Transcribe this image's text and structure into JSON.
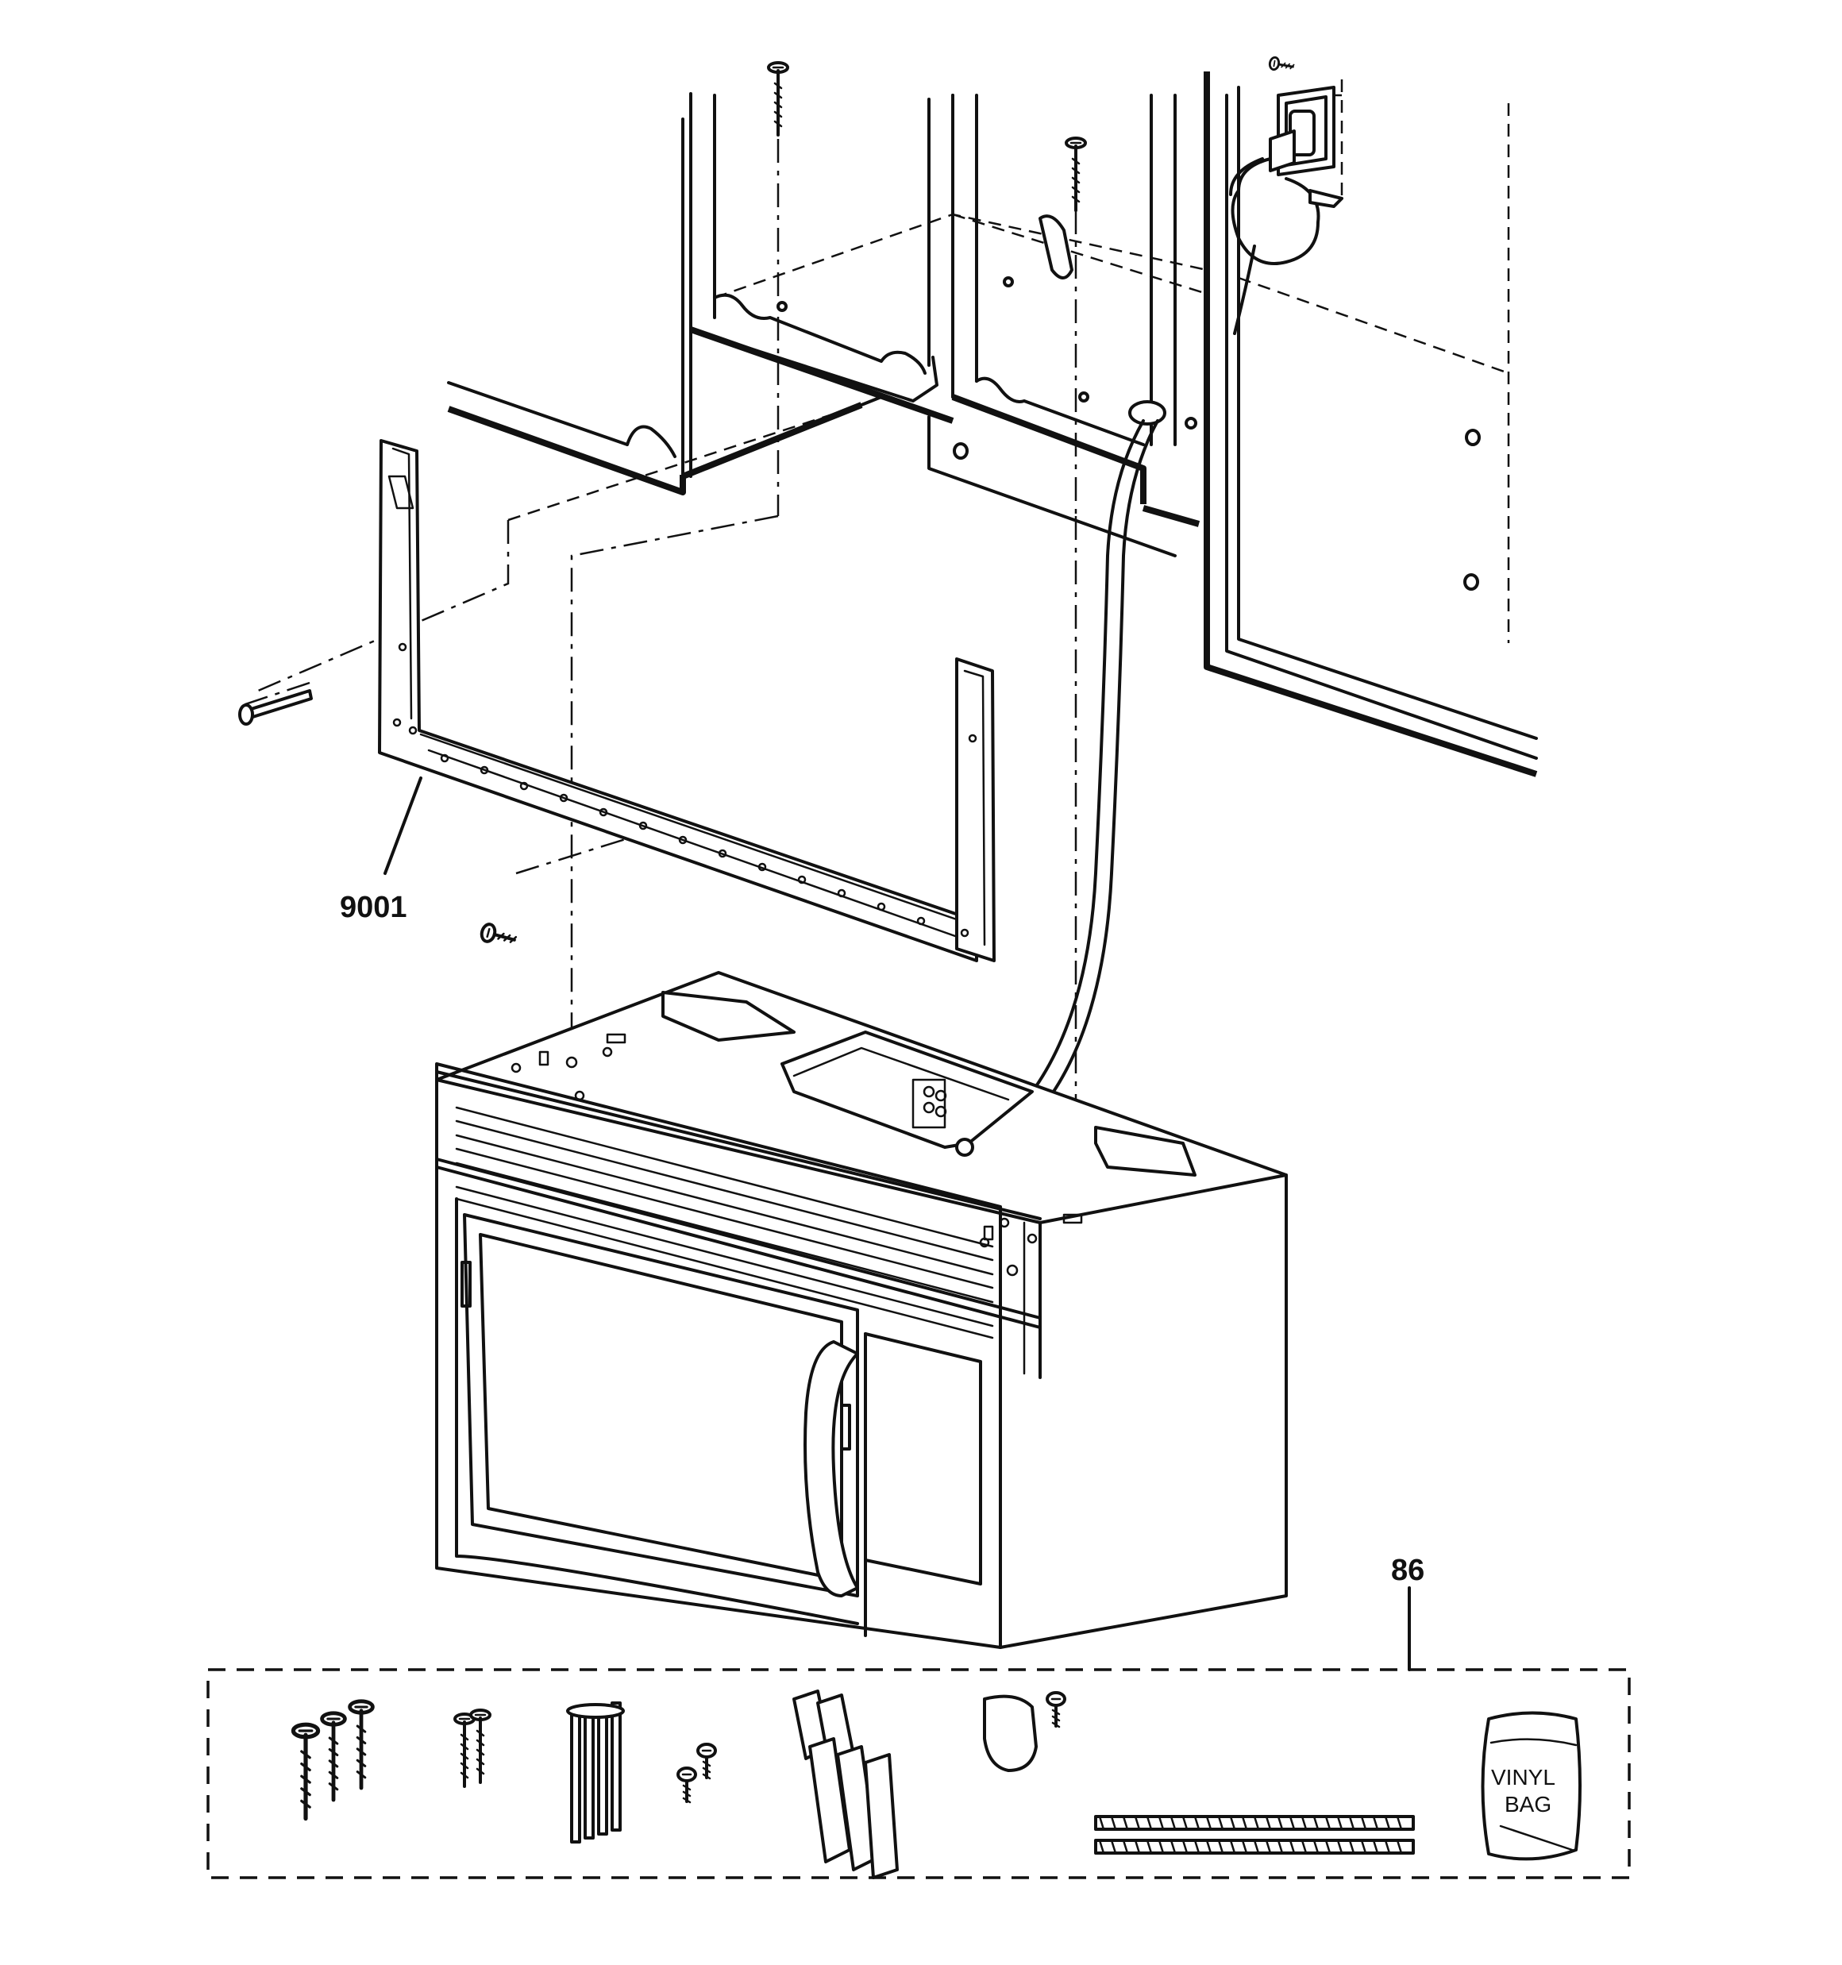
{
  "callouts": {
    "bracket": "9001",
    "hardware_kit": "86"
  },
  "vinyl_bag": {
    "line1": "VINYL",
    "line2": "BAG"
  }
}
